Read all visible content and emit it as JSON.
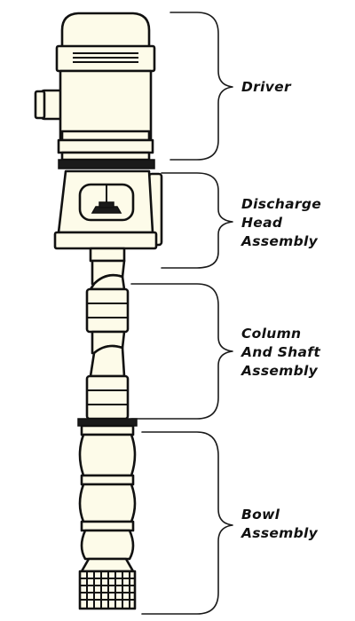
{
  "labels": {
    "driver": [
      "Driver"
    ],
    "discharge_head_assembly": [
      "Discharge",
      "Head",
      "Assembly"
    ],
    "column_and_shaft_assembly": [
      "Column",
      "And Shaft",
      "Assembly"
    ],
    "bowl_assembly": [
      "Bowl",
      "Assembly"
    ]
  },
  "colors": {
    "line": "#111111",
    "fill": "#fdfbe9"
  }
}
